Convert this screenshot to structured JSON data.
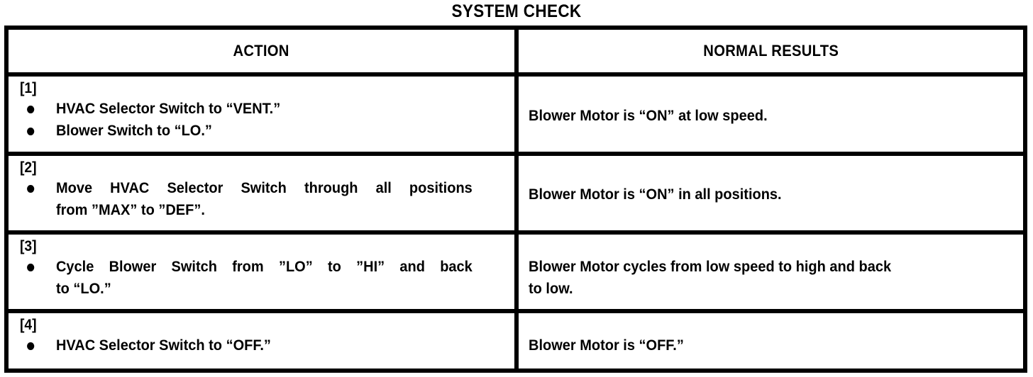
{
  "title": "SYSTEM CHECK",
  "table": {
    "headers": {
      "action": "ACTION",
      "results": "NORMAL RESULTS"
    },
    "rows": [
      {
        "step": "[1]",
        "action_bullets": [
          {
            "line1": "HVAC Selector Switch to “VENT.”",
            "line2": ""
          },
          {
            "line1": "Blower Switch to “LO.”",
            "line2": ""
          }
        ],
        "result": {
          "line1": "Blower Motor is “ON” at low speed.",
          "line2": ""
        }
      },
      {
        "step": "[2]",
        "action_bullets": [
          {
            "line1": "Move HVAC Selector Switch through all positions",
            "line2": "from ”MAX” to ”DEF”."
          }
        ],
        "result": {
          "line1": "Blower Motor is “ON” in all positions.",
          "line2": ""
        }
      },
      {
        "step": "[3]",
        "action_bullets": [
          {
            "line1": "Cycle Blower Switch from ”LO” to ”HI” and back",
            "line2": "to “LO.”"
          }
        ],
        "result": {
          "line1": "Blower Motor cycles from low speed to high and back",
          "line2": "to low."
        }
      },
      {
        "step": "[4]",
        "action_bullets": [
          {
            "line1": "HVAC Selector Switch to “OFF.”",
            "line2": ""
          }
        ],
        "result": {
          "line1": "Blower Motor is “OFF.”",
          "line2": ""
        }
      }
    ]
  },
  "colors": {
    "ink": "#000000",
    "paper": "#ffffff"
  }
}
